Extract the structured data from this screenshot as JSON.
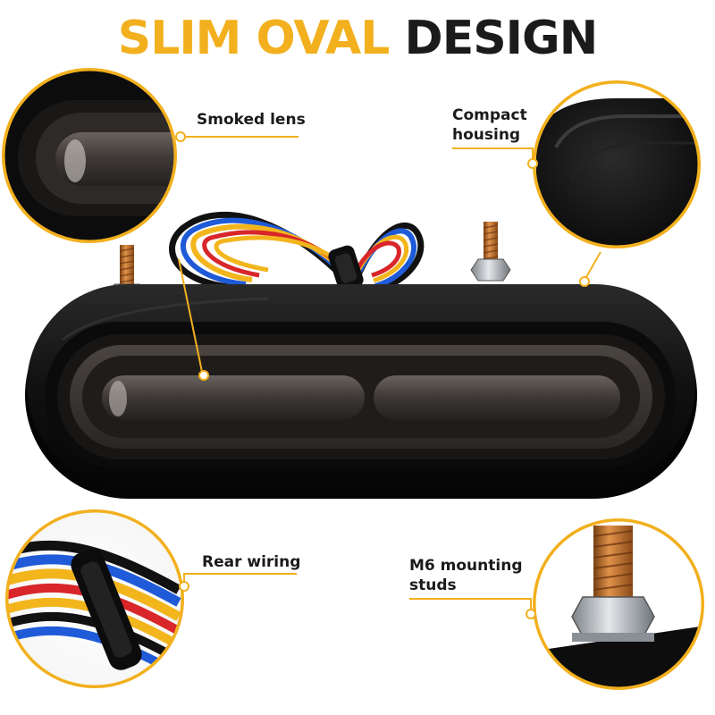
{
  "headline": {
    "accent_text": "SLIM OVAL",
    "dark_text": "DESIGN"
  },
  "callouts": {
    "smoked_lens": {
      "line1": "Smoked lens"
    },
    "compact_housing": {
      "line1": "Compact",
      "line2": "housing"
    },
    "rear_wiring": {
      "line1": "Rear wiring"
    },
    "mounting_studs": {
      "line1": "M6 mounting",
      "line2": "studs"
    }
  },
  "colors": {
    "accent": "#f2b01e",
    "text_dark": "#1b1b1b",
    "housing": "#151515",
    "lens_smoke": "#3b3734",
    "wire_blue": "#1f5bd8",
    "wire_red": "#d8262a",
    "wire_yellow": "#f2b51c",
    "wire_black": "#111111",
    "copper": "#c7742e",
    "steel": "#b9bec4"
  }
}
